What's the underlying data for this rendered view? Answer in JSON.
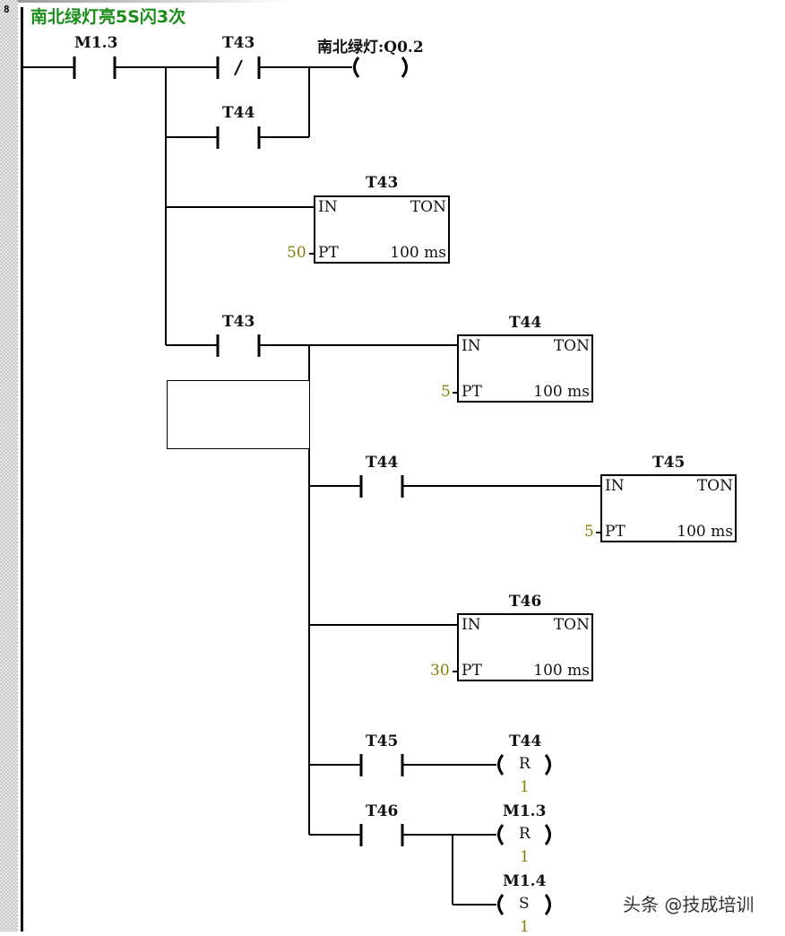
{
  "network": {
    "number": "8",
    "title": "南北绿灯亮5S闪3次"
  },
  "rungs": {
    "main_contact": {
      "address": "M1.3",
      "type": "NO"
    },
    "t43_nc_contact": {
      "address": "T43",
      "type": "NC",
      "symbol": "/"
    },
    "output_coil": {
      "label": "南北绿灯:Q0.2",
      "type": "output"
    },
    "t44_parallel_contact": {
      "address": "T44",
      "type": "NO"
    },
    "t43_no_contact": {
      "address": "T43",
      "type": "NO"
    },
    "t44_contact": {
      "address": "T44",
      "type": "NO"
    },
    "t45_contact": {
      "address": "T45",
      "type": "NO"
    },
    "t46_contact": {
      "address": "T46",
      "type": "NO"
    }
  },
  "timers": [
    {
      "name": "T43",
      "in": "IN",
      "type": "TON",
      "pt_label": "PT",
      "pt_value": "50",
      "base": "100 ms"
    },
    {
      "name": "T44",
      "in": "IN",
      "type": "TON",
      "pt_label": "PT",
      "pt_value": "5",
      "base": "100 ms"
    },
    {
      "name": "T45",
      "in": "IN",
      "type": "TON",
      "pt_label": "PT",
      "pt_value": "5",
      "base": "100 ms"
    },
    {
      "name": "T46",
      "in": "IN",
      "type": "TON",
      "pt_label": "PT",
      "pt_value": "30",
      "base": "100 ms"
    }
  ],
  "coils": [
    {
      "address": "T44",
      "op": "R",
      "count": "1"
    },
    {
      "address": "M1.3",
      "op": "R",
      "count": "1"
    },
    {
      "address": "M1.4",
      "op": "S",
      "count": "1"
    }
  ],
  "watermark": "头条 @技成培训",
  "colors": {
    "title": "#1a8c1a",
    "param": "#8a7d0a",
    "wire": "#000000"
  }
}
